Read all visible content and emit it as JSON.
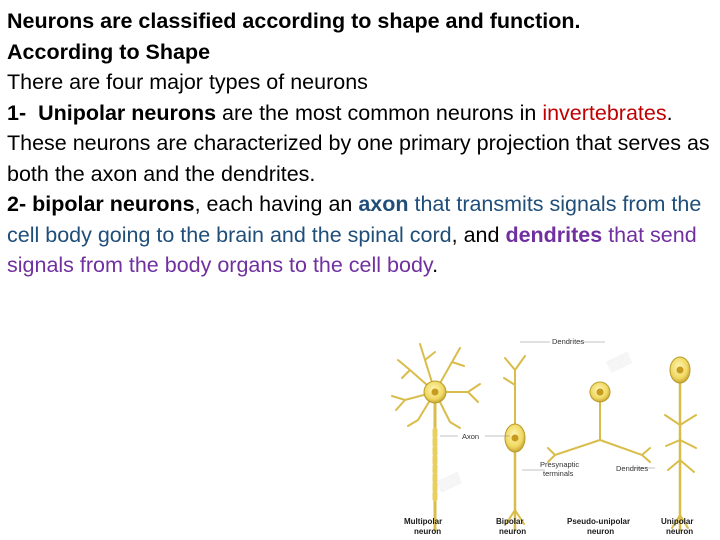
{
  "heading": "Neurons are classified according to shape and function.",
  "subheading": "According to Shape",
  "intro": "There are four major types of neurons",
  "item1": {
    "number": "1-",
    "term": "Unipolar neurons",
    "text_a": " are the most common neurons in ",
    "link": "invertebrates",
    "text_b": ". These neurons are characterized by one primary projection that serves as both the axon and the dendrites."
  },
  "item2": {
    "number": "2-",
    "term": "bipolar neurons",
    "text_a": ", each having an ",
    "axon": "axon",
    "text_b": " that transmits signals from the cell body going to the brain and the spinal cord",
    "text_c": ", and ",
    "dendrites": "dendrites",
    "text_d": " that send signals from the body organs to the cell body",
    "text_e": "."
  },
  "figure": {
    "label_dendrites": "Dendrites",
    "label_axon": "Axon",
    "label_presynaptic_1": "Presynaptic",
    "label_presynaptic_2": "terminals",
    "label_dendrites_right": "Dendrites",
    "neurons": [
      {
        "line1": "Multipolar",
        "line2": "neuron"
      },
      {
        "line1": "Bipolar",
        "line2": "neuron"
      },
      {
        "line1": "Pseudo-unipolar",
        "line2": "neuron"
      },
      {
        "line1": "Unipolar",
        "line2": "neuron"
      }
    ]
  },
  "colors": {
    "link_red": "#c00000",
    "axon_blue": "#1f4e79",
    "dendrites_purple": "#7030a0",
    "neuron_fill": "#f2e27a",
    "neuron_stroke": "#b89c2a"
  }
}
